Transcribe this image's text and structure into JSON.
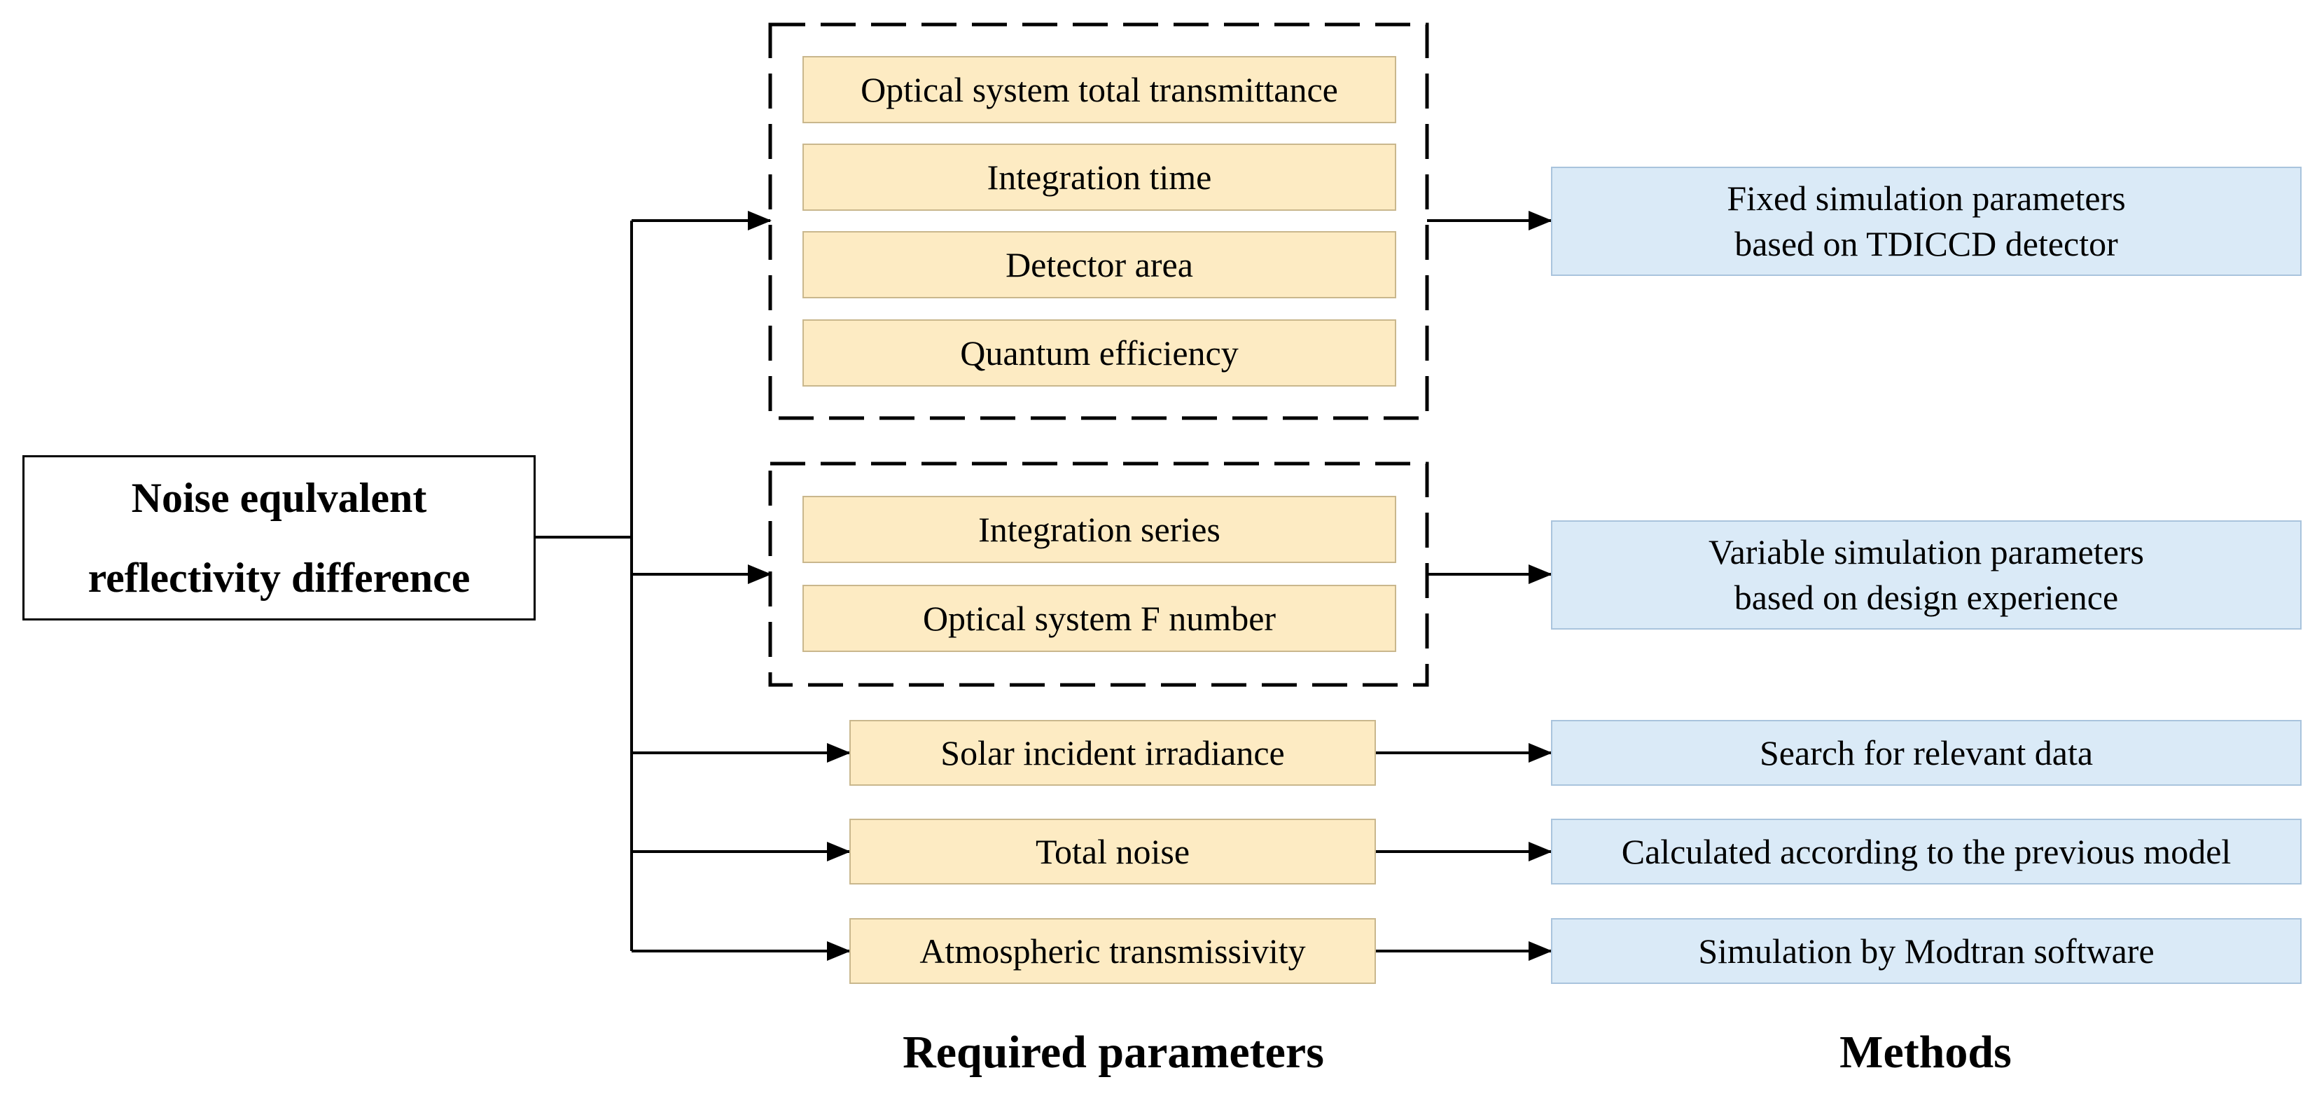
{
  "root": {
    "label": "Noise equlvalent\nreflectivity difference"
  },
  "fixed_group": {
    "params": [
      "Optical system total transmittance",
      "Integration time",
      "Detector area",
      "Quantum efficiency"
    ],
    "method": "Fixed  simulation parameters\nbased on  TDICCD detector"
  },
  "variable_group": {
    "params": [
      "Integration series",
      "Optical system F number"
    ],
    "method": "Variable simulation parameters\nbased on design experience"
  },
  "single_rows": [
    {
      "param": "Solar incident irradiance",
      "method": "Search for relevant data"
    },
    {
      "param": "Total noise",
      "method": "Calculated according to the previous model"
    },
    {
      "param": "Atmospheric transmissivity",
      "method": "Simulation by Modtran software"
    }
  ],
  "captions": {
    "parameters": "Required parameters",
    "methods": "Methods"
  },
  "colors": {
    "param_fill": "#fdebc3",
    "method_fill": "#daeaf7",
    "line": "#000000"
  }
}
